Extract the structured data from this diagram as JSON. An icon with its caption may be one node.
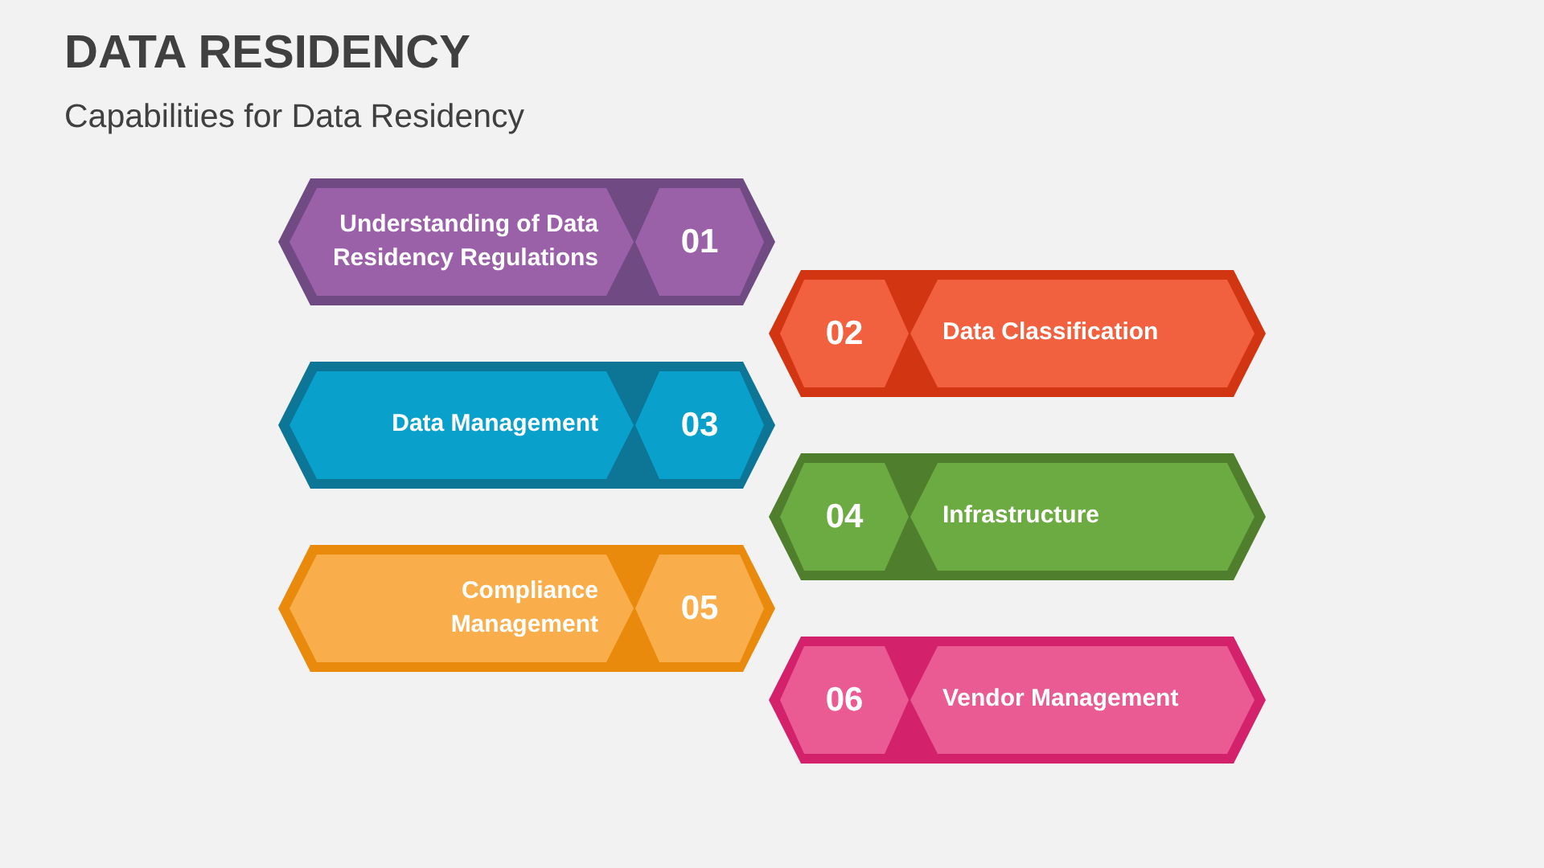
{
  "diagram": {
    "title": "DATA RESIDENCY",
    "labels": [
      "Capabilities for Data Residency"
    ],
    "nodes": [
      {
        "text": [],
        "shape": "hexagon"
      },
      {
        "text": [
          "Understanding of Data Residency Regulations"
        ],
        "in": 0
      },
      {
        "text": [
          "01"
        ],
        "in": 0
      },
      {
        "text": [],
        "shape": "hexagon"
      },
      {
        "text": [
          "02"
        ],
        "in": 3
      },
      {
        "text": [
          "Data Classification"
        ],
        "in": 3
      },
      {
        "text": [],
        "shape": "hexagon"
      },
      {
        "text": [
          "Data Management"
        ],
        "in": 6
      },
      {
        "text": [
          "03"
        ],
        "in": 6
      },
      {
        "text": [],
        "shape": "hexagon"
      },
      {
        "text": [
          "04"
        ],
        "in": 9
      },
      {
        "text": [
          "Infrastructure"
        ],
        "in": 9
      },
      {
        "text": [],
        "shape": "hexagon"
      },
      {
        "text": [
          "Compliance Management"
        ],
        "in": 12
      },
      {
        "text": [
          "05"
        ],
        "in": 12
      },
      {
        "text": [],
        "shape": "hexagon"
      },
      {
        "text": [
          "06"
        ],
        "in": 15
      },
      {
        "text": [
          "Vendor Management"
        ],
        "in": 15
      }
    ]
  }
}
